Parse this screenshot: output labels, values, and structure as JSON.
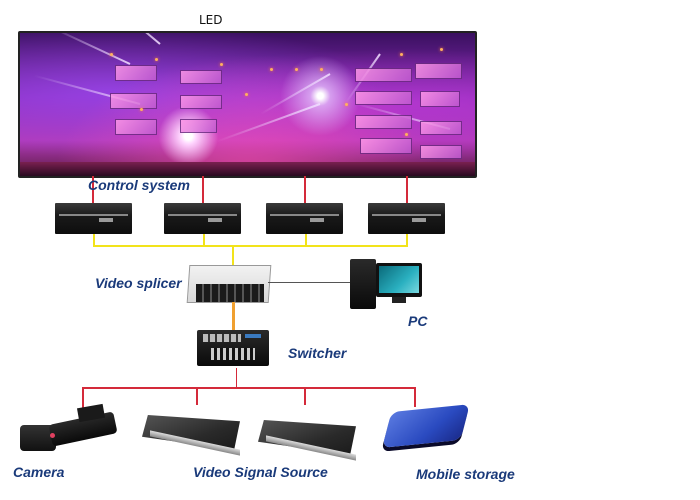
{
  "diagram": {
    "led_label": "LED",
    "labels": {
      "control_system": "Control system",
      "video_splicer": "Video splicer",
      "pc": "PC",
      "switcher": "Switcher",
      "camera": "Camera",
      "video_signal_source": "Video Signal Source",
      "mobile_storage": "Mobile storage"
    },
    "nodes": [
      {
        "id": "led-screen",
        "type": "led-display"
      },
      {
        "id": "control-1",
        "type": "control-box"
      },
      {
        "id": "control-2",
        "type": "control-box"
      },
      {
        "id": "control-3",
        "type": "control-box"
      },
      {
        "id": "control-4",
        "type": "control-box"
      },
      {
        "id": "video-splicer",
        "type": "video-splicer"
      },
      {
        "id": "pc",
        "type": "desktop-pc"
      },
      {
        "id": "switcher",
        "type": "switcher"
      },
      {
        "id": "camera",
        "type": "camcorder"
      },
      {
        "id": "laptop-1",
        "type": "laptop"
      },
      {
        "id": "laptop-2",
        "type": "laptop"
      },
      {
        "id": "mobile-storage",
        "type": "external-drive"
      }
    ],
    "edges": [
      {
        "from": "control-1",
        "to": "led-screen",
        "color": "#d42a3a"
      },
      {
        "from": "control-2",
        "to": "led-screen",
        "color": "#d42a3a"
      },
      {
        "from": "control-3",
        "to": "led-screen",
        "color": "#d42a3a"
      },
      {
        "from": "control-4",
        "to": "led-screen",
        "color": "#d42a3a"
      },
      {
        "from": "video-splicer",
        "to": "control-bus",
        "color": "#f2e31a"
      },
      {
        "from": "pc",
        "to": "video-splicer",
        "color": "#555555"
      },
      {
        "from": "switcher",
        "to": "video-splicer",
        "color": "#f0a030"
      },
      {
        "from": "source-bus",
        "to": "switcher",
        "color": "#d42a3a"
      },
      {
        "from": "camera",
        "to": "source-bus",
        "color": "#d42a3a"
      },
      {
        "from": "laptop-1",
        "to": "source-bus",
        "color": "#d42a3a"
      },
      {
        "from": "laptop-2",
        "to": "source-bus",
        "color": "#d42a3a"
      },
      {
        "from": "mobile-storage",
        "to": "source-bus",
        "color": "#d42a3a"
      }
    ],
    "colors": {
      "label_text": "#1a3a7a",
      "red_link": "#d42a3a",
      "yellow_link": "#f2e31a",
      "orange_link": "#f0a030",
      "gray_link": "#555555"
    }
  }
}
